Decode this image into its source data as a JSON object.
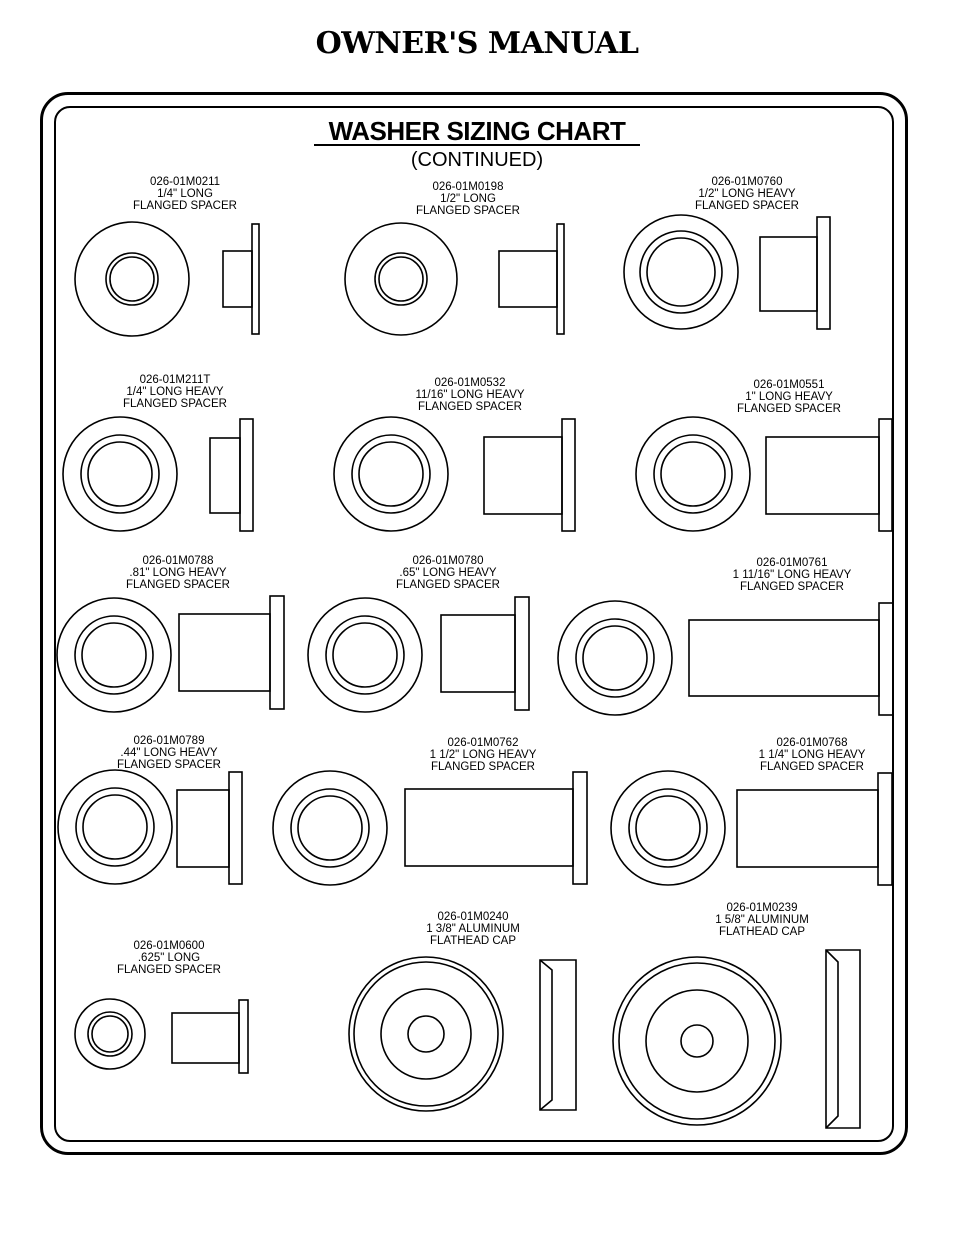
{
  "header": {
    "title": "OWNER'S MANUAL"
  },
  "chart": {
    "title": "WASHER SIZING CHART",
    "subtitle": "(CONTINUED)"
  },
  "items": [
    {
      "part": "026-01M0211",
      "size": "1/4\" LONG",
      "desc": "FLANGED SPACER"
    },
    {
      "part": "026-01M0198",
      "size": "1/2\" LONG",
      "desc": "FLANGED SPACER"
    },
    {
      "part": "026-01M0760",
      "size": "1/2\" LONG HEAVY",
      "desc": "FLANGED SPACER"
    },
    {
      "part": "026-01M211T",
      "size": "1/4\" LONG HEAVY",
      "desc": "FLANGED SPACER"
    },
    {
      "part": "026-01M0532",
      "size": "11/16\" LONG HEAVY",
      "desc": "FLANGED SPACER"
    },
    {
      "part": "026-01M0551",
      "size": "1\" LONG HEAVY",
      "desc": "FLANGED SPACER"
    },
    {
      "part": "026-01M0788",
      "size": ".81\" LONG HEAVY",
      "desc": "FLANGED SPACER"
    },
    {
      "part": "026-01M0780",
      "size": ".65\" LONG HEAVY",
      "desc": "FLANGED SPACER"
    },
    {
      "part": "026-01M0761",
      "size": "1 11/16\" LONG HEAVY",
      "desc": "FLANGED SPACER"
    },
    {
      "part": "026-01M0789",
      "size": ".44\" LONG HEAVY",
      "desc": "FLANGED SPACER"
    },
    {
      "part": "026-01M0762",
      "size": "1 1/2\" LONG HEAVY",
      "desc": "FLANGED SPACER"
    },
    {
      "part": "026-01M0768",
      "size": "1 1/4\" LONG HEAVY",
      "desc": "FLANGED SPACER"
    },
    {
      "part": "026-01M0600",
      "size": ".625\" LONG",
      "desc": "FLANGED SPACER"
    },
    {
      "part": "026-01M0240",
      "size": "1 3/8\" ALUMINUM",
      "desc": "FLATHEAD CAP"
    },
    {
      "part": "026-01M0239",
      "size": "1 5/8\" ALUMINUM",
      "desc": "FLATHEAD CAP"
    }
  ]
}
